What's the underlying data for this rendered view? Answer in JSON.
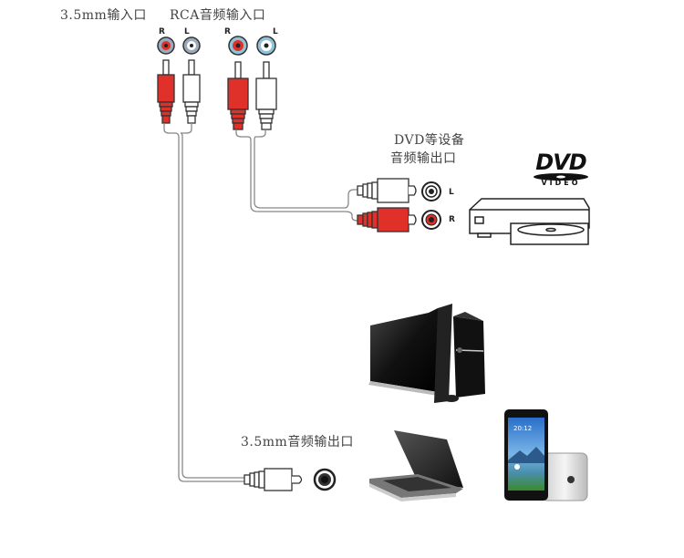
{
  "labels": {
    "input_35mm": "3.5mm输入口",
    "input_rca": "RCA音频输入口",
    "dvd_output_line1": "DVD等设备",
    "dvd_output_line2": "音频输出口",
    "output_35mm": "3.5mm音频输出口"
  },
  "jack_labels": {
    "top_left_r": "R",
    "top_left_l": "L",
    "top_right_r": "R",
    "top_right_l": "L",
    "dvd_l": "L",
    "dvd_r": "R"
  },
  "dvd_logo": {
    "title": "DVD",
    "subtitle": "VIDEO"
  },
  "phone_time": "20:12",
  "colors": {
    "red": "#e0302a",
    "cable": "#888888",
    "jack_blue": "#8fc4d8"
  },
  "devices": [
    "dvd-player",
    "desktop-computer",
    "laptop",
    "smartphone"
  ]
}
